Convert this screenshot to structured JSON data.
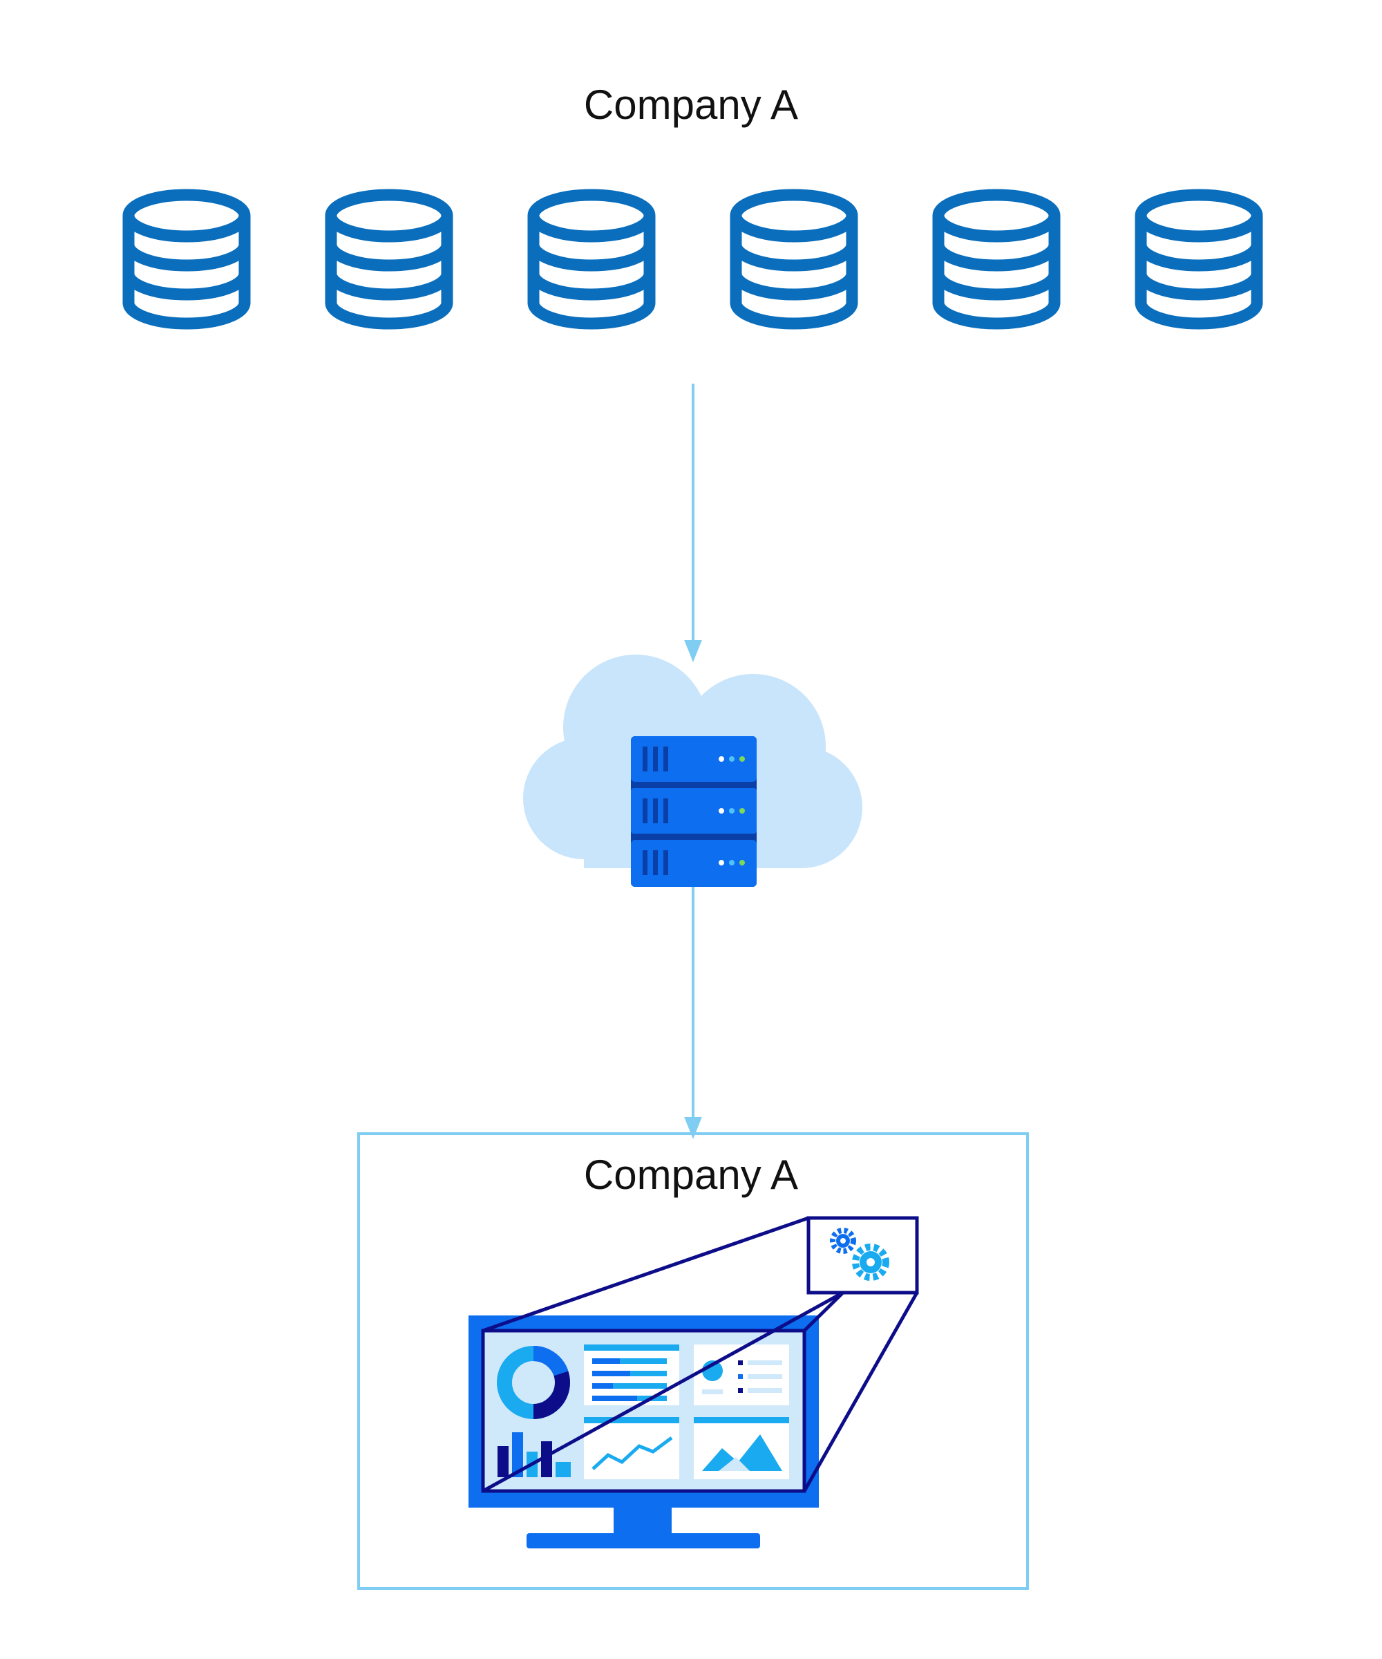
{
  "top_group": {
    "title": "Company A",
    "database_icon": "database-icon",
    "database_count": 6
  },
  "cloud": {
    "icon": "cloud-server-icon"
  },
  "bottom_group": {
    "title": "Company A",
    "icon": "monitor-dashboard-icon"
  },
  "colors": {
    "database": "#0a6ebd",
    "arrow": "#7fcdf2",
    "cloud": "#c8e5fb",
    "server": "#0d6ef0",
    "server_dark": "#0a3fa8",
    "box_border": "#7fcdf2",
    "monitor_frame": "#0d6ef0",
    "screen": "#cfe8fa",
    "navy": "#0d0d8a",
    "accent_light": "#1aaaf0"
  }
}
